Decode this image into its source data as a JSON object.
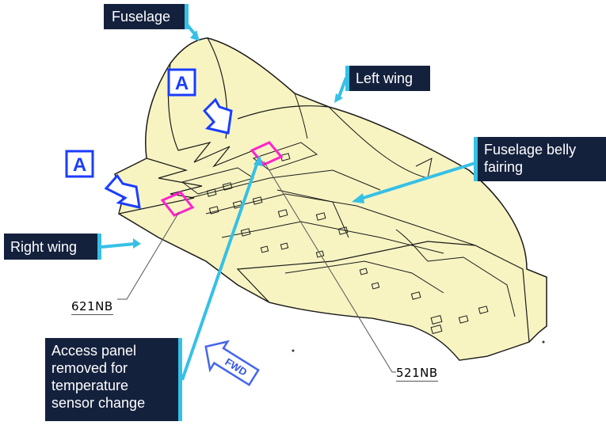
{
  "colors": {
    "structure_fill": "#f7f4c2",
    "structure_line": "#1a1a1a",
    "callout_bg": "#14213d",
    "callout_text": "#ffffff",
    "leader_line": "#36c0e6",
    "panel_highlight": "#ff22cc",
    "view_marker": "#1b3dff"
  },
  "labels": {
    "fuselage": "Fuselage",
    "left_wing": "Left wing",
    "right_wing": "Right wing",
    "belly_fairing_line1": "Fuselage belly",
    "belly_fairing_line2": "fairing",
    "access_panel_line1": "Access panel",
    "access_panel_line2": "removed for",
    "access_panel_line3": "temperature",
    "access_panel_line4": "sensor change"
  },
  "panel_refs": {
    "right": "621NB",
    "left": "521NB"
  },
  "view_markers": {
    "letter": "A"
  },
  "orientation": {
    "fwd": "FWD"
  }
}
